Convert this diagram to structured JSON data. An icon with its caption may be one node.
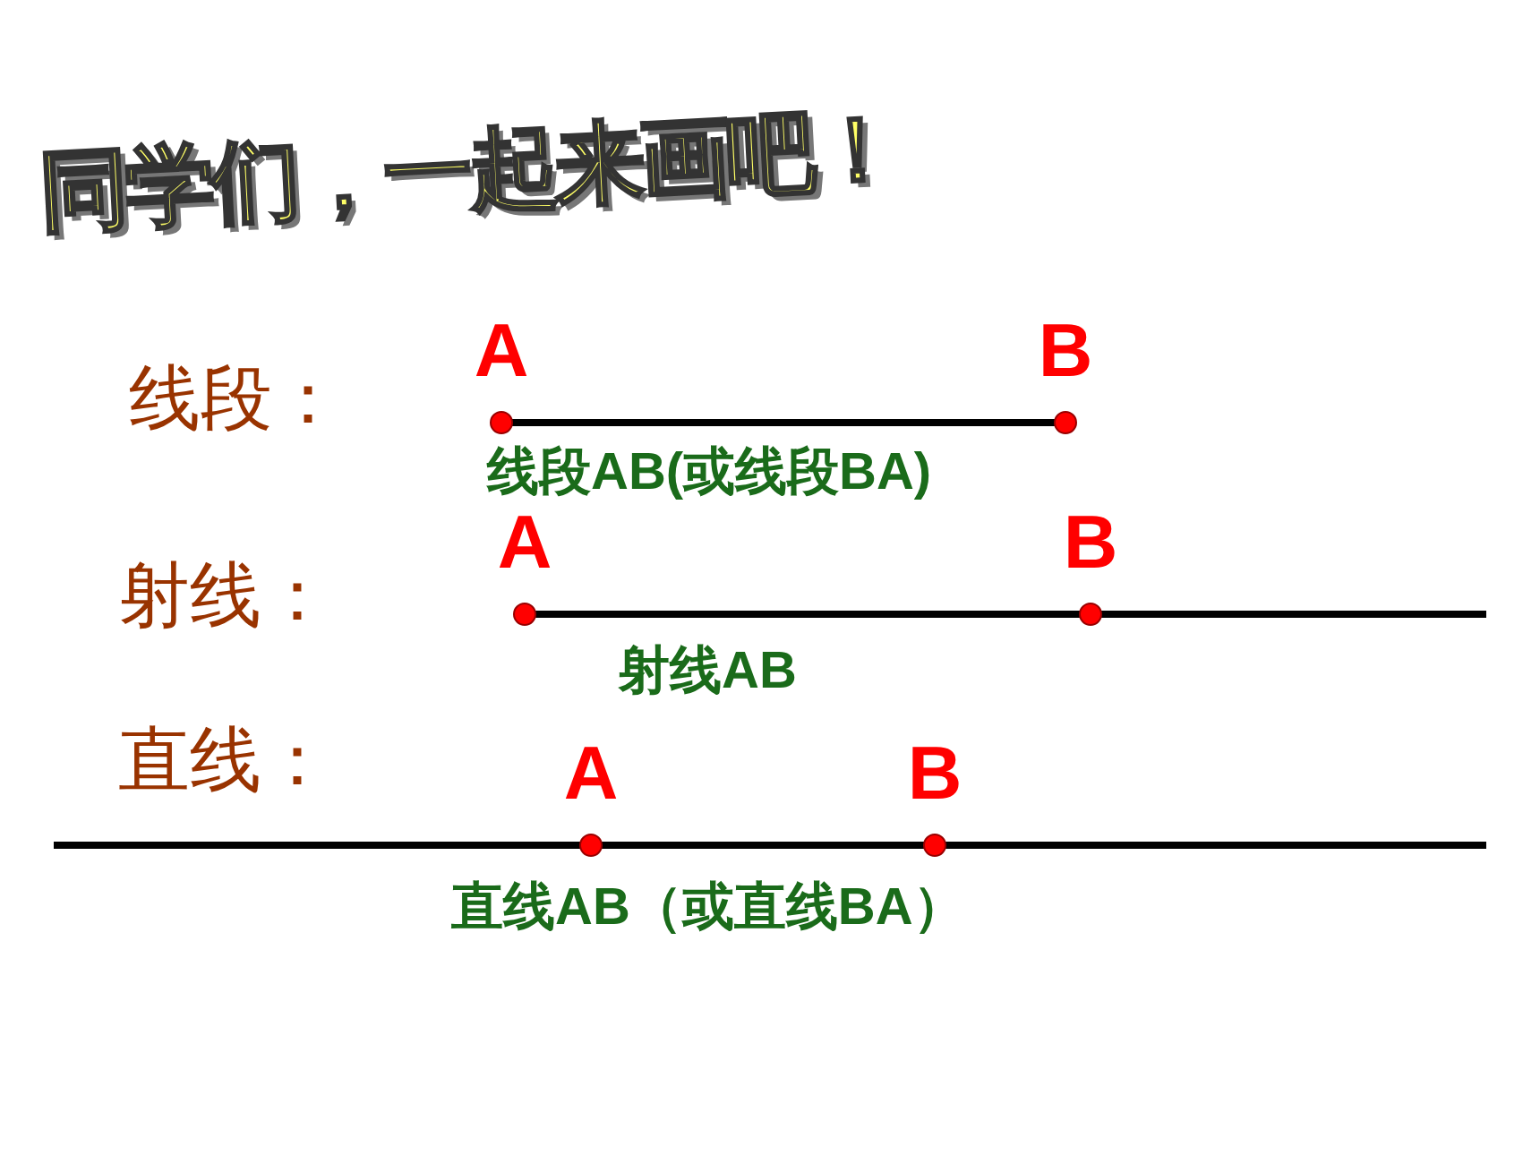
{
  "diagram": {
    "title": "同学们，一起来画吧！",
    "nodes": [
      {
        "text": [
          "A"
        ]
      },
      {
        "text": [
          "B"
        ]
      },
      {
        "text": [
          "A"
        ]
      },
      {
        "text": [
          "B"
        ]
      },
      {
        "text": [
          "A"
        ]
      },
      {
        "text": [
          "B"
        ]
      }
    ],
    "edges": [
      {
        "from": 0,
        "to": 1,
        "arrow": "none"
      },
      {
        "from": 2,
        "to": 3,
        "arrow": "none"
      },
      {
        "from": 3,
        "to": null,
        "arrow": "none"
      },
      {
        "from": null,
        "to": 4,
        "arrow": "none"
      },
      {
        "from": 4,
        "to": 5,
        "arrow": "none"
      },
      {
        "from": 5,
        "to": null,
        "arrow": "none"
      }
    ],
    "labels": [
      "线段：",
      "线段AB(或线段BA)",
      "射线：",
      "射线AB",
      "直线：",
      "直线AB（或直线BA）"
    ]
  }
}
